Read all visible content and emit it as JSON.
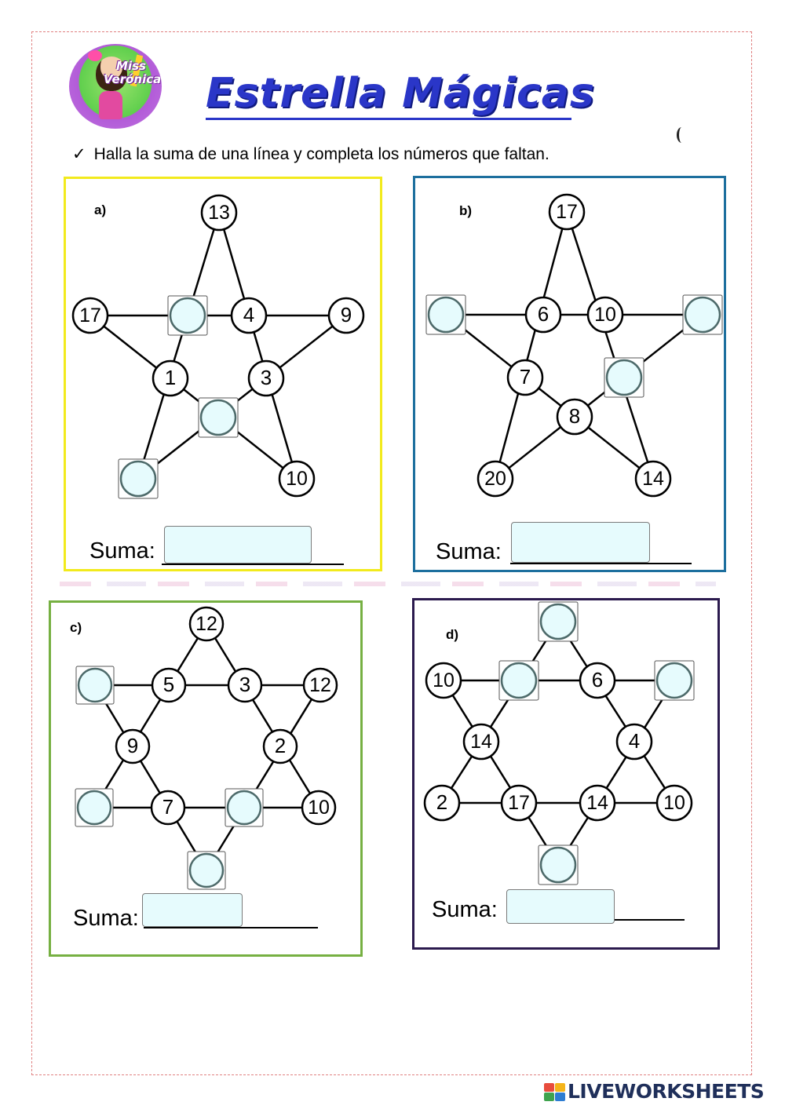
{
  "header": {
    "logo_text_line1": "Miss",
    "logo_text_line2": "Verónica",
    "title": "Estrella Mágicas",
    "instruction_check": "✓",
    "instruction": "Halla la suma de una línea y completa los números que faltan."
  },
  "colors": {
    "title": "#2a36c8",
    "answer_fill": "#e6fbfd",
    "panel_a_border": "#f2ea1c",
    "panel_b_border": "#1d6f9e",
    "panel_c_border": "#76b042",
    "panel_d_border": "#2b1a4e"
  },
  "sum_label": "Suma:",
  "panels": {
    "a": {
      "label": "a)",
      "nodes": [
        "13",
        "17",
        "",
        "4",
        "9",
        "1",
        "3",
        "",
        "",
        "10"
      ]
    },
    "b": {
      "label": "b)",
      "nodes": [
        "17",
        "",
        "6",
        "10",
        "",
        "7",
        "",
        "8",
        "20",
        "14"
      ]
    },
    "c": {
      "label": "c)",
      "nodes": [
        "12",
        "",
        "5",
        "3",
        "12",
        "9",
        "2",
        "",
        "7",
        "",
        "10",
        ""
      ]
    },
    "d": {
      "label": "d)",
      "nodes": [
        "",
        "10",
        "",
        "6",
        "",
        "14",
        "4",
        "2",
        "17",
        "14",
        "10",
        ""
      ]
    }
  },
  "footer": {
    "watermark": "LIVEWORKSHEETS",
    "watermark_icon_letters": "LIVE"
  }
}
